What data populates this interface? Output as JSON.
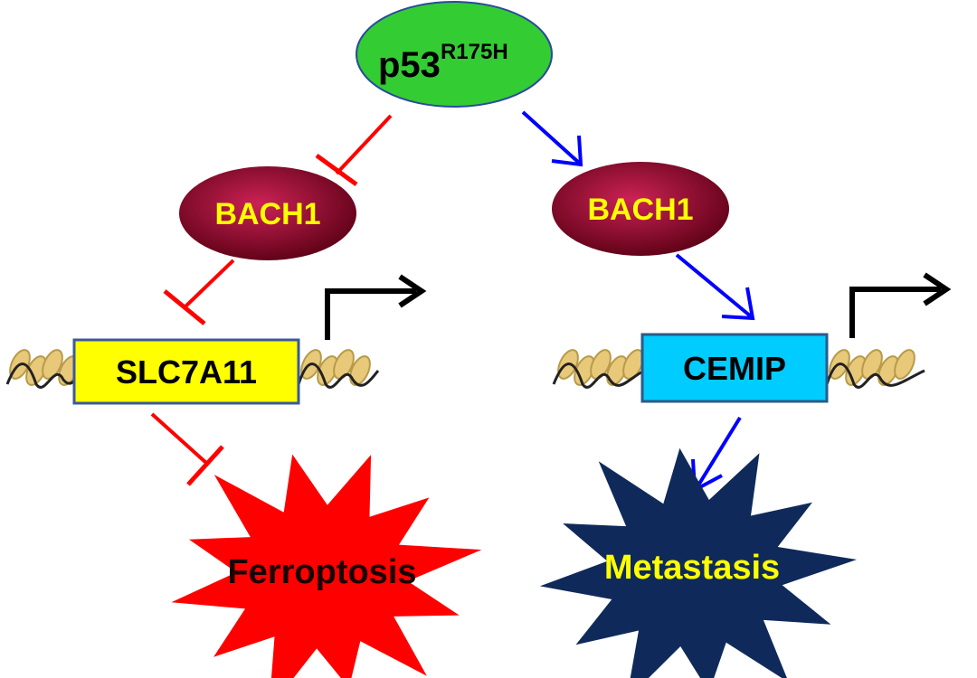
{
  "nodes": {
    "p53": {
      "label": "p53",
      "superscript": "R175H",
      "fill": "#33cc33",
      "border": "#2a4a9a"
    },
    "bach1_left": {
      "label": "BACH1",
      "text_color": "#ffff00"
    },
    "bach1_right": {
      "label": "BACH1",
      "text_color": "#ffff00"
    },
    "slc7a11": {
      "label": "SLC7A11",
      "fill": "#ffff00"
    },
    "cemip": {
      "label": "CEMIP",
      "fill": "#00ccff"
    },
    "ferroptosis": {
      "label": "Ferroptosis",
      "fill": "#ff0000",
      "text_color": "#1a0000"
    },
    "metastasis": {
      "label": "Metastasis",
      "fill": "#0f2a5a",
      "text_color": "#ffff00"
    }
  },
  "colors": {
    "inhibition": "#ff0000",
    "activation": "#0000ff",
    "transcription": "#000000",
    "bach1_center": "#cc2255",
    "bach1_edge": "#5a0014",
    "dna_coil": "#e8c97a",
    "dna_strand": "#222222"
  },
  "edges": [
    {
      "from": "p53",
      "to": "bach1_left",
      "type": "inhibition"
    },
    {
      "from": "p53",
      "to": "bach1_right",
      "type": "activation"
    },
    {
      "from": "bach1_left",
      "to": "slc7a11",
      "type": "inhibition"
    },
    {
      "from": "bach1_right",
      "to": "cemip",
      "type": "activation"
    },
    {
      "from": "slc7a11",
      "to": "ferroptosis",
      "type": "inhibition"
    },
    {
      "from": "cemip",
      "to": "metastasis",
      "type": "activation"
    }
  ]
}
